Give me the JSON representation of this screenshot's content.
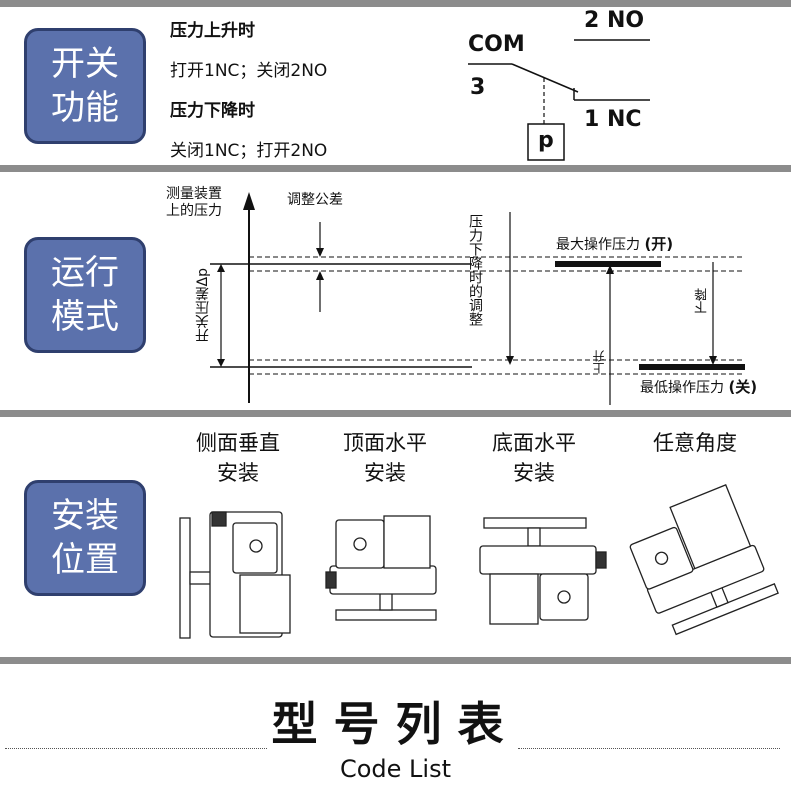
{
  "section_switch": {
    "badge": [
      "开关",
      "功能"
    ],
    "rise_title": "压力上升时",
    "rise_text": "打开1NC；关闭2NO",
    "fall_title": "压力下降时",
    "fall_text": "关闭1NC；打开2NO",
    "schematic": {
      "com": "COM",
      "pin3": "3",
      "no": "2 NO",
      "nc": "1 NC",
      "p": "p"
    }
  },
  "section_mode": {
    "badge": [
      "运行",
      "模式"
    ],
    "y_axis_label": [
      "测量装置",
      "上的压力"
    ],
    "tolerance": "调整公差",
    "switch_diff": "开关压差Δp",
    "fall_adjust": [
      "压力下降时",
      "的调整"
    ],
    "max_pressure": "最大操作压力",
    "max_state": "(开)",
    "min_pressure": "最低操作压力",
    "min_state": "(关)",
    "down": "下降",
    "up": "上升"
  },
  "section_install": {
    "badge": [
      "安装",
      "位置"
    ],
    "positions": [
      {
        "label": [
          "侧面垂直",
          "安装"
        ]
      },
      {
        "label": [
          "顶面水平",
          "安装"
        ]
      },
      {
        "label": [
          "底面水平",
          "安装"
        ]
      },
      {
        "label": [
          "任意角度"
        ]
      }
    ]
  },
  "footer": {
    "heading": "型号列表",
    "subheading": "Code List"
  }
}
